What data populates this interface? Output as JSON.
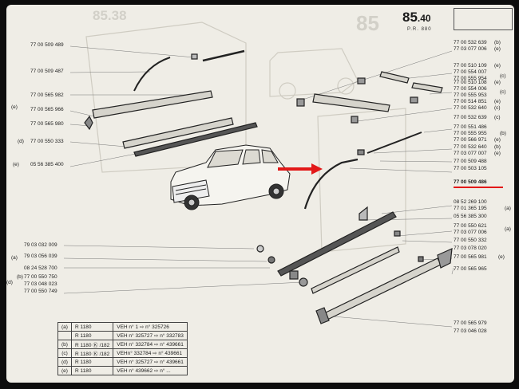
{
  "header": {
    "page_number": "85",
    "page_suffix": ".40",
    "ref_code": "P.R. 880"
  },
  "background_headings": [
    "85.38",
    "85"
  ],
  "left_parts": [
    {
      "part": "77 00 509 489"
    },
    {
      "part": "77 00 509 487"
    },
    {
      "part": "77 00 565 982",
      "group": "(e)"
    },
    {
      "part": "77 00 565 966"
    },
    {
      "part": "77 00 565 980"
    },
    {
      "part": "77 00 550 333",
      "group": "(d)"
    },
    {
      "part": "05 56 385 400",
      "group": "(e)"
    },
    {
      "part": "79 03 032 009"
    },
    {
      "part": "79 03 056 039",
      "group": "(a)"
    },
    {
      "part": "08 24 528 700"
    },
    {
      "part": "77 00 550 750",
      "group": "(b)"
    },
    {
      "part": "77 03 048 023",
      "group": "(d)"
    },
    {
      "part": "77 00 550 749"
    }
  ],
  "right_parts": [
    {
      "part": "77 00 532 639",
      "group": "(b)"
    },
    {
      "part": "77 03 077 006",
      "group": "(e)"
    },
    {
      "part": "77 00 510 109",
      "group": "(e)"
    },
    {
      "part": "77 00 554 007",
      "group": "(c)"
    },
    {
      "part": "77 00 555 954"
    },
    {
      "part": "77 00 510 108",
      "group": "(e)"
    },
    {
      "part": "77 00 554 006",
      "group": "(c)"
    },
    {
      "part": "77 00 555 953"
    },
    {
      "part": "77 00 514 851",
      "group": "(e)"
    },
    {
      "part": "77 00 532 640",
      "group": "(c)"
    },
    {
      "part": "77 00 532 639",
      "group": "(c)"
    },
    {
      "part": "77 00 551 486",
      "group": "(b)"
    },
    {
      "part": "77 00 555 955"
    },
    {
      "part": "77 00 566 971",
      "group": "(e)"
    },
    {
      "part": "77 00 532 640",
      "group": "(b)"
    },
    {
      "part": "77 03 077 007",
      "group": "(e)"
    },
    {
      "part": "77 00 509 488"
    },
    {
      "part": "77 00 503 105"
    },
    {
      "part": "77 00 509 486",
      "highlight": true
    },
    {
      "part": "08 52 269 100",
      "group": "(a)"
    },
    {
      "part": "77 01 365 195"
    },
    {
      "part": "05 56 385 300"
    },
    {
      "part": "77 00 550 621",
      "group": "(a)"
    },
    {
      "part": "77 03 077 006"
    },
    {
      "part": "77 00 550 332"
    },
    {
      "part": "77 03 078 020"
    },
    {
      "part": "77 00 565 981",
      "group": "(e)"
    },
    {
      "part": "77 00 565 965"
    },
    {
      "part": "77 00 565 979"
    },
    {
      "part": "77 03 046 028"
    }
  ],
  "model_table": [
    {
      "group": "(a)",
      "model": "R 1180",
      "range": "VEH n° 1 ⇨ n° 325726"
    },
    {
      "group": "",
      "model": "R 1180",
      "range": "VEH n° 325727 ⇨ n° 332783"
    },
    {
      "group": "(b)",
      "model": "R 1180 Ⓚ /182",
      "range": "VEH n° 332784 ⇨ n° 439661"
    },
    {
      "group": "(c)",
      "model": "R 1180 Ⓚ /182",
      "range": "VEHn° 332784 ⇨ n° 439661"
    },
    {
      "group": "(d)",
      "model": "R 1180",
      "range": "VEH n° 325727 ⇨ n° 439661"
    },
    {
      "group": "(e)",
      "model": "R 1180",
      "range": "VEH n° 439662 ⇨ n° ..."
    }
  ],
  "colors": {
    "paper": "#efede6",
    "ink": "#1e1e1e",
    "highlight_red": "#e21818"
  }
}
